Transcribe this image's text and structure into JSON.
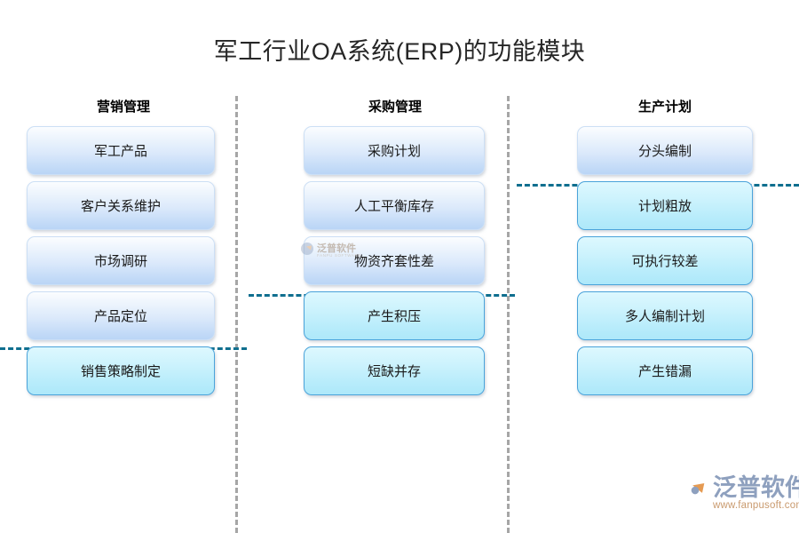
{
  "page": {
    "title": "军工行业OA系统(ERP)的功能模块"
  },
  "columns": [
    {
      "header": "营销管理",
      "nodes": [
        {
          "label": "军工产品",
          "style": "blue"
        },
        {
          "label": "客户关系维护",
          "style": "blue"
        },
        {
          "label": "市场调研",
          "style": "blue"
        },
        {
          "label": "产品定位",
          "style": "blue"
        },
        {
          "label": "销售策略制定",
          "style": "cyan"
        }
      ]
    },
    {
      "header": "采购管理",
      "nodes": [
        {
          "label": "采购计划",
          "style": "blue"
        },
        {
          "label": "人工平衡库存",
          "style": "blue"
        },
        {
          "label": "物资齐套性差",
          "style": "blue"
        },
        {
          "label": "产生积压",
          "style": "cyan"
        },
        {
          "label": "短缺并存",
          "style": "cyan"
        }
      ]
    },
    {
      "header": "生产计划",
      "nodes": [
        {
          "label": "分头编制",
          "style": "blue"
        },
        {
          "label": "计划粗放",
          "style": "cyan"
        },
        {
          "label": "可执行较差",
          "style": "cyan"
        },
        {
          "label": "多人编制计划",
          "style": "cyan"
        },
        {
          "label": "产生错漏",
          "style": "cyan"
        }
      ]
    }
  ],
  "watermark": {
    "name": "泛普软件",
    "sub": "FANPU SOFTWARE"
  },
  "brand": {
    "name": "泛普软件",
    "url": "www.fanpusoft.com"
  },
  "colors": {
    "title_text": "#262626",
    "box_blue": "#c2daf7",
    "box_cyan": "#ade8fa",
    "divider_vertical": "#a6a6a6",
    "divider_horizontal": "#0f6f8f",
    "brand_text": "#8ea0be",
    "brand_url": "#c99a6e"
  }
}
